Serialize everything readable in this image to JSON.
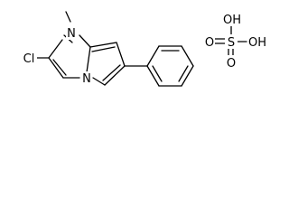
{
  "molecule": {
    "labels": {
      "n1": "N",
      "n2": "N",
      "cl": "Cl",
      "s": "S",
      "oh_top": "OH",
      "oh_right": "OH",
      "o_left": "O",
      "o_bottom": "O"
    },
    "colors": {
      "bond": "#000000",
      "nitrogen": "#3050f8",
      "chlorine": "#1ff01f",
      "sulfur": "#c8a800",
      "oxygen": "#ff0d0d"
    }
  }
}
